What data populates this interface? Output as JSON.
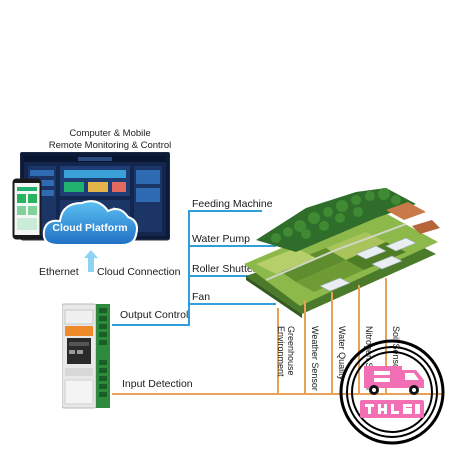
{
  "title": {
    "line1": "Computer & Mobile",
    "line2": "Remote Monitoring & Control"
  },
  "cloud": {
    "label": "Cloud Platform"
  },
  "connections": {
    "ethernet": "Ethernet",
    "cloud_connection": "Cloud Connection",
    "output_control": "Output Control",
    "input_detection": "Input Detection"
  },
  "outputs": [
    {
      "label": "Feeding Machine"
    },
    {
      "label": "Water Pump"
    },
    {
      "label": "Roller Shutter"
    },
    {
      "label": "Fan"
    }
  ],
  "inputs": [
    {
      "label": "Greenhouse Environment",
      "line1": "Greenhouse",
      "line2": "Environment"
    },
    {
      "label": "Weather Sensor"
    },
    {
      "label": "Water Quality"
    },
    {
      "label": "Nitrogen Sensor"
    },
    {
      "label": "Soil Sensor"
    }
  ],
  "colors": {
    "connection_blue": "#2f9ed9",
    "input_orange": "#e7a25a",
    "cloud_blue": "#2a8bd6",
    "stamp_pink": "#f36fb4",
    "arrow_light_blue": "#8fd3f4"
  },
  "icons": {
    "monitor": "monitor-icon",
    "phone": "phone-icon",
    "cloud": "cloud-icon",
    "arrow_up": "arrow-up-icon",
    "controller": "controller-device-icon",
    "farm": "greenhouse-farm-illustration",
    "stamp": "truck-stamp-logo"
  }
}
